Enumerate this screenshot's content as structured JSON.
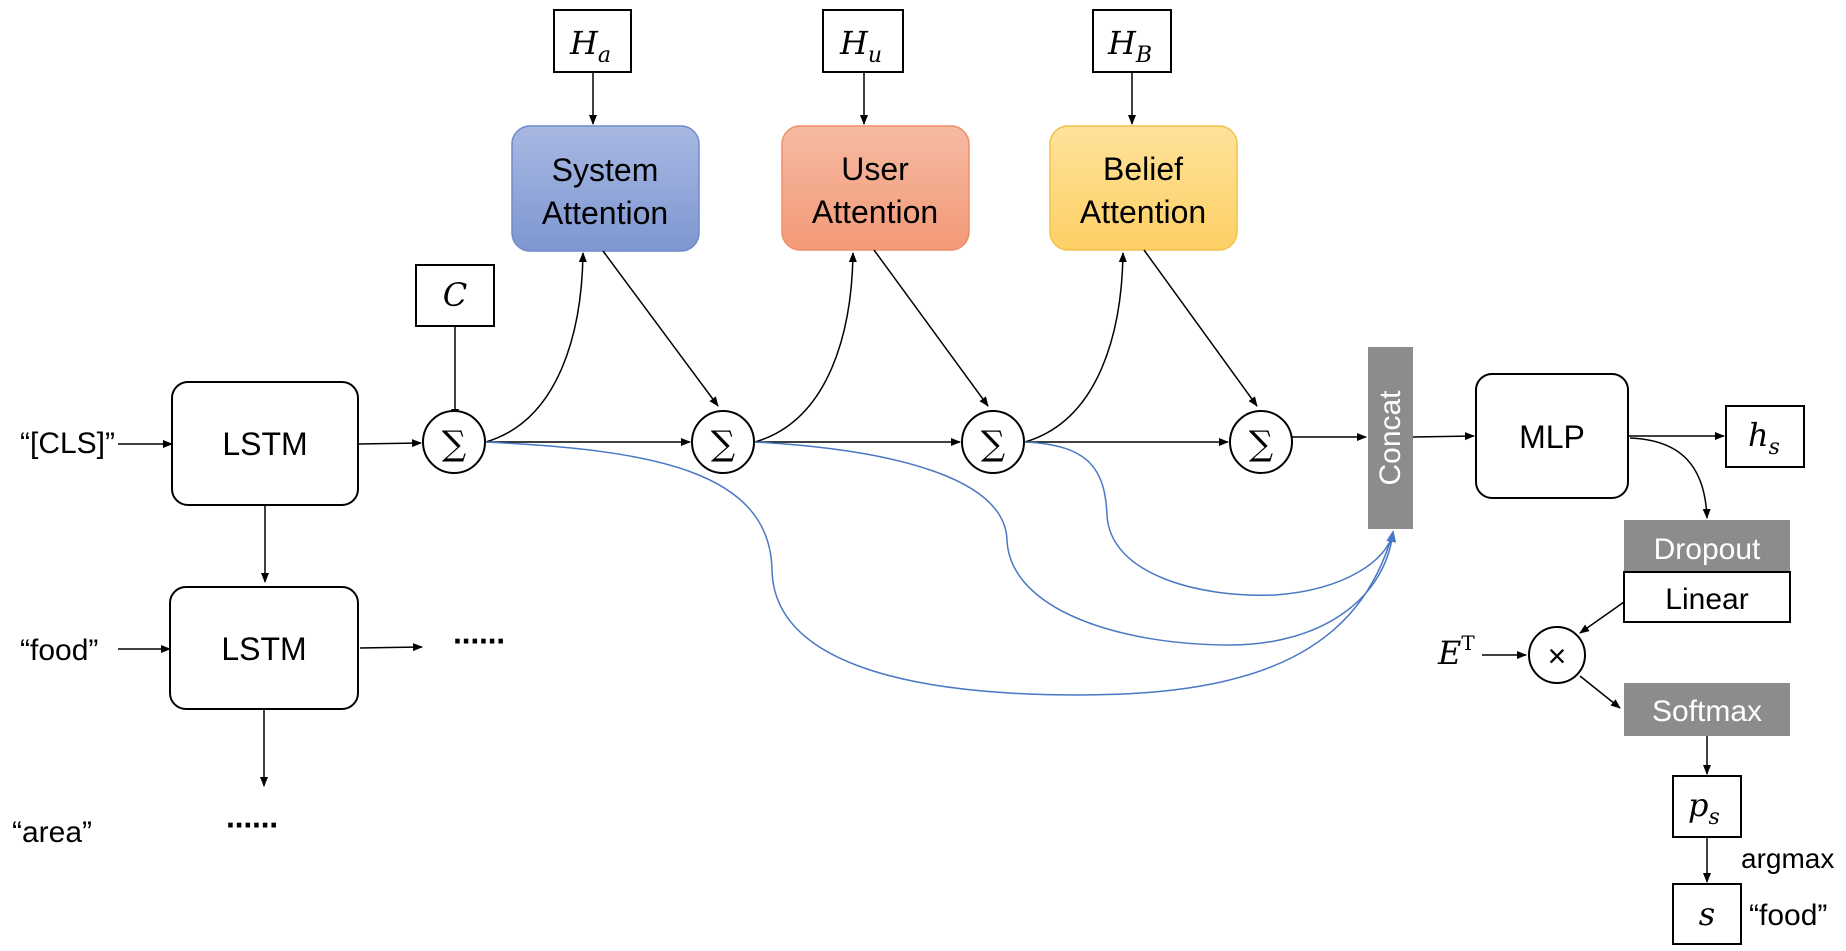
{
  "inputs": {
    "cls": "“[CLS]”",
    "food": "“food”",
    "area": "“area”"
  },
  "lstm": {
    "label": "LSTM"
  },
  "ellipsis": "······",
  "keys": {
    "ha_main": "H",
    "ha_sub": "a",
    "hu_main": "H",
    "hu_sub": "u",
    "hb_main": "H",
    "hb_sub": "B",
    "c": "C"
  },
  "attention": {
    "system_line1": "System",
    "system_line2": "Attention",
    "user_line1": "User",
    "user_line2": "Attention",
    "belief_line1": "Belief",
    "belief_line2": "Attention"
  },
  "sum_symbol": "∑",
  "concat": "Concat",
  "mlp": "MLP",
  "hs_main": "h",
  "hs_sub": "s",
  "dropout": "Dropout",
  "linear": "Linear",
  "et_main": "E",
  "et_sup": "T",
  "times": "×",
  "softmax": "Softmax",
  "ps_main": "p",
  "ps_sub": "s",
  "argmax": "argmax",
  "s_label": "s",
  "output_food": "“food”",
  "colors": {
    "system_attention": "#8fa3d8",
    "user_attention": "#f5a98a",
    "belief_attention": "#fed773",
    "gray_box": "#8c8c8c",
    "skip_arrow": "#4a78c4"
  }
}
